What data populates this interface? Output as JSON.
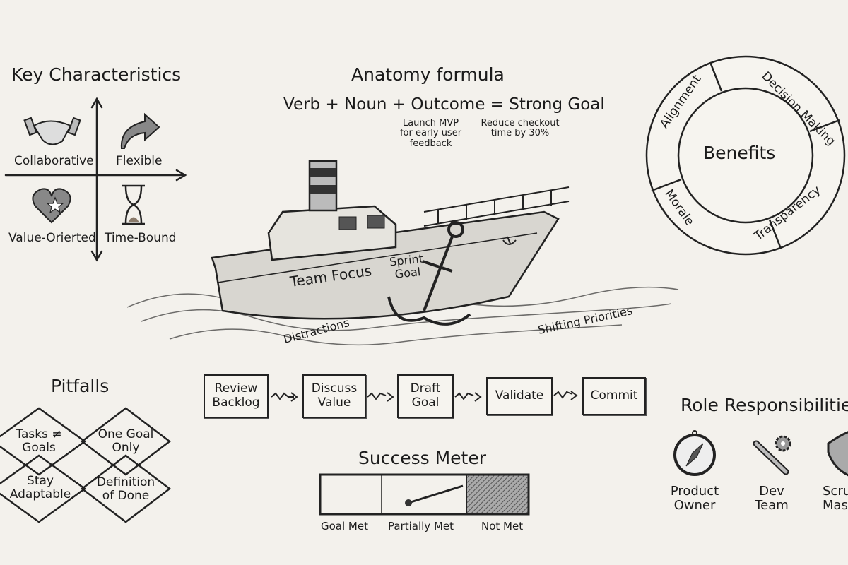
{
  "key_characteristics": {
    "title": "Key Characteristics",
    "items": [
      {
        "label": "Collaborative",
        "icon": "handshake-icon"
      },
      {
        "label": "Flexible",
        "icon": "curved-arrow-icon"
      },
      {
        "label": "Value-Orierted",
        "icon": "heart-star-icon"
      },
      {
        "label": "Time-Bound",
        "icon": "hourglass-icon"
      }
    ]
  },
  "anatomy": {
    "title": "Anatomy formula",
    "formula": "Verb + Noun + Outcome = Strong Goal",
    "example_1": "Launch MVP for early user feedback",
    "example_2": "Reduce checkout time by 30%"
  },
  "benefits": {
    "center": "Benefits",
    "segments": [
      "Alignment",
      "Decision Making",
      "Transparency",
      "Morale"
    ]
  },
  "boat": {
    "hull_label": "Team Focus",
    "anchor_label": "Sprint Goal",
    "wave_left": "Distractions",
    "wave_right": "Shifting Priorities"
  },
  "process": {
    "steps": [
      "Review Backlog",
      "Discuss Value",
      "Draft Goal",
      "Validate",
      "Commit"
    ]
  },
  "pitfalls": {
    "title": "Pitfalls",
    "items": [
      "Tasks ≠ Goals",
      "One Goal Only",
      "Stay Adaptable",
      "Definition of Done"
    ]
  },
  "success_meter": {
    "title": "Success Meter",
    "levels": [
      "Goal Met",
      "Partially Met",
      "Not Met"
    ],
    "indicated_level": "Partially Met"
  },
  "roles": {
    "title": "Role Responsibilities",
    "items": [
      {
        "label": "Product Owner",
        "icon": "compass-icon"
      },
      {
        "label": "Dev Team",
        "icon": "wrench-gear-icon"
      },
      {
        "label": "Scrum Master",
        "icon": "shield-icon"
      }
    ]
  }
}
